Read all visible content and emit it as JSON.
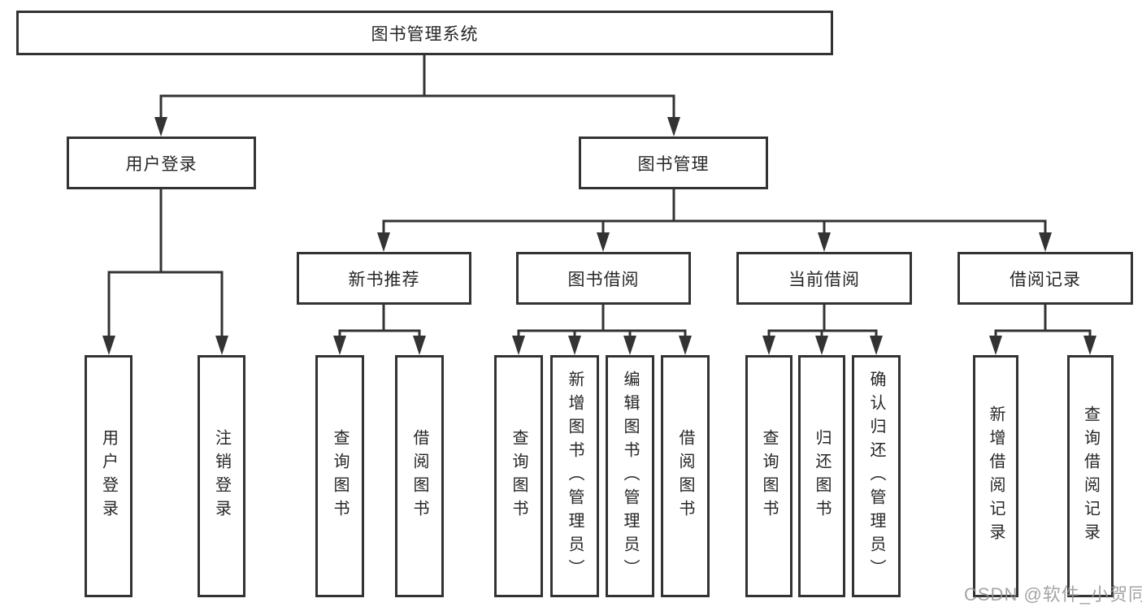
{
  "title": "图书管理系统",
  "branches": [
    {
      "label": "用户登录",
      "children": [
        {
          "label": "用户登录"
        },
        {
          "label": "注销登录"
        }
      ]
    },
    {
      "label": "图书管理",
      "children": [
        {
          "label": "新书推荐",
          "children": [
            {
              "label": "查询图书"
            },
            {
              "label": "借阅图书"
            }
          ]
        },
        {
          "label": "图书借阅",
          "children": [
            {
              "label": "查询图书"
            },
            {
              "label": "新增图书（管理员）"
            },
            {
              "label": "编辑图书（管理员）"
            },
            {
              "label": "借阅图书"
            }
          ]
        },
        {
          "label": "当前借阅",
          "children": [
            {
              "label": "查询图书"
            },
            {
              "label": "归还图书"
            },
            {
              "label": "确认归还（管理员）"
            }
          ]
        },
        {
          "label": "借阅记录",
          "children": [
            {
              "label": "新增借阅记录"
            },
            {
              "label": "查询借阅记录"
            }
          ]
        }
      ]
    }
  ],
  "watermark": "CSDN @软件_小贺同学",
  "colors": {
    "line": "#333333",
    "box_border": "#333333",
    "text": "#262626",
    "watermark": "#949494",
    "background": "#ffffff"
  }
}
